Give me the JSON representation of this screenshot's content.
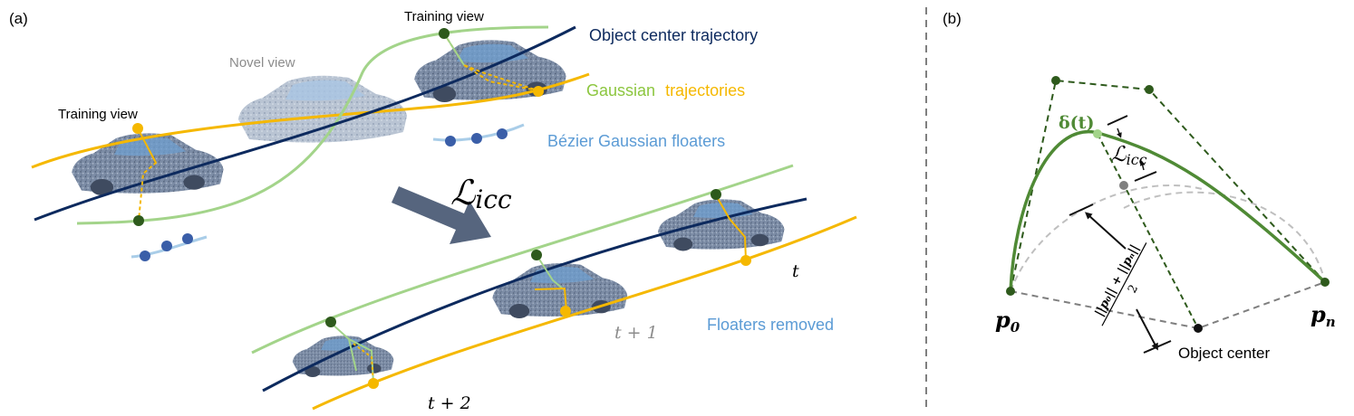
{
  "panel_a": {
    "panel_label": "(a)",
    "labels": {
      "training_view_top": "Training view",
      "training_view_left": "Training view",
      "novel_view": "Novel view",
      "object_center_trajectory": "Object center trajectory",
      "gaussian_word": "Gaussian",
      "trajectories_word": "trajectories",
      "bezier_floaters": "Bézier Gaussian floaters",
      "floaters_removed": "Floaters removed",
      "loss_script": "ℒ",
      "loss_sub": "icc",
      "t_label": "t",
      "t_plus_1": "t + 1",
      "t_plus_2": "t + 2"
    }
  },
  "panel_b": {
    "panel_label": "(b)",
    "labels": {
      "delta": "δ(t)",
      "loss_script": "ℒ",
      "loss_sub": "icc",
      "p0": "p",
      "p0_sub": "0",
      "pn": "p",
      "pn_sub": "n",
      "object_center": "Object center",
      "fraction_num": "||p₀|| + ||pₙ||",
      "fraction_den": "2"
    }
  },
  "colors": {
    "navy": "#0d2a5e",
    "light_green": "#a3d48a",
    "gold": "#f5b800",
    "dark_green": "#2e5a1c",
    "mid_green": "#4f8a35",
    "floater_blue": "#3a5ea8",
    "floater_light": "#a9cde8",
    "label_blue": "#5b9bd5",
    "label_green": "#8cc63f",
    "label_gold": "#f5b800",
    "gray_text": "#8c8c8c",
    "dash_gray": "#7f7f7f",
    "car_fill": "#8496ae",
    "car_dark": "#56657e",
    "car_window": "#6f9fcf"
  }
}
